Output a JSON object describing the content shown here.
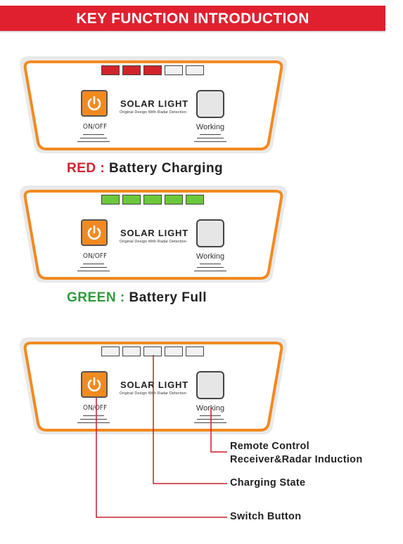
{
  "header": {
    "title": "KEY FUNCTION INTRODUCTION"
  },
  "panel_text": {
    "brand": "SOLAR LIGHT",
    "tagline": "Original Design With Radar Detection",
    "onoff": "ON/OFF",
    "working": "Working"
  },
  "panels": [
    {
      "leds": [
        "red",
        "red",
        "red",
        "off",
        "off"
      ],
      "caption_color": "RED :",
      "caption_text": "Battery Charging"
    },
    {
      "leds": [
        "green",
        "green",
        "green",
        "green",
        "green"
      ],
      "caption_color": "GREEN :",
      "caption_text": "Battery Full"
    },
    {
      "leds": [
        "off",
        "off",
        "off",
        "off",
        "off"
      ]
    }
  ],
  "led_colors": {
    "red": "#d1232a",
    "green": "#6cc83a",
    "off": "#f2f2f2"
  },
  "colors": {
    "accent": "#e0202f",
    "orange": "#f28a20",
    "callout_line": "#c81e2a"
  },
  "callouts": {
    "remote_line1": "Remote Control",
    "remote_line2": "Receiver&Radar Induction",
    "charging_state": "Charging State",
    "switch_button": "Switch Button"
  }
}
